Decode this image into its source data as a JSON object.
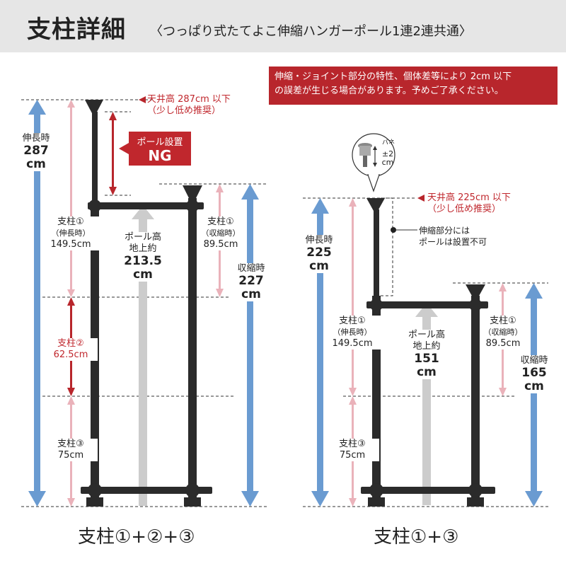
{
  "header": {
    "title": "支柱詳細",
    "subtitle": "〈つっぱり式たてよこ伸縮ハンガーポール1連2連共通〉"
  },
  "note": {
    "line1": "伸縮・ジョイント部分の特性、個体差等により 2cm 以下",
    "line2": "の誤差が生じる場合があります。予めご了承ください。"
  },
  "left": {
    "ceiling_line1": "天井高 287cm 以下",
    "ceiling_line2": "（少し低め推奨）",
    "ng_line1": "ポール設置",
    "ng_line2": "NG",
    "extended_label": "伸長時",
    "extended_value": "287",
    "extended_unit": "cm",
    "post1_ext_label": "支柱①",
    "post1_ext_sub": "（伸長時）",
    "post1_ext_value": "149.5cm",
    "post2_label": "支柱②",
    "post2_value": "62.5cm",
    "post3_label": "支柱③",
    "post3_value": "75cm",
    "pole_height_label1": "ポール高",
    "pole_height_label2": "地上約",
    "pole_height_value": "213.5",
    "pole_height_unit": "cm",
    "post1_con_label": "支柱①",
    "post1_con_sub": "（収縮時）",
    "post1_con_value": "89.5cm",
    "contracted_label": "収縮時",
    "contracted_value": "227",
    "contracted_unit": "cm",
    "caption": "支柱①+②+③"
  },
  "right": {
    "spring_label": "バネ",
    "spring_value": "±2",
    "spring_unit": "cm",
    "ceiling_line1": "天井高 225cm 以下",
    "ceiling_line2": "（少し低め推奨）",
    "telescope_note1": "伸縮部分には",
    "telescope_note2": "ポールは設置不可",
    "extended_label": "伸長時",
    "extended_value": "225",
    "extended_unit": "cm",
    "post1_ext_label": "支柱①",
    "post1_ext_sub": "（伸長時）",
    "post1_ext_value": "149.5cm",
    "post3_label": "支柱③",
    "post3_value": "75cm",
    "pole_height_label1": "ポール高",
    "pole_height_label2": "地上約",
    "pole_height_value": "151",
    "pole_height_unit": "cm",
    "post1_con_label": "支柱①",
    "post1_con_sub": "（収縮時）",
    "post1_con_value": "89.5cm",
    "contracted_label": "収縮時",
    "contracted_value": "165",
    "contracted_unit": "cm",
    "caption": "支柱①+③"
  },
  "colors": {
    "accent_red": "#c0272d",
    "blue_arrow": "#6a9bd1",
    "pink_arrow": "#eab2ba",
    "gray_arrow": "#cccccc",
    "pole": "#2b2b2b"
  }
}
